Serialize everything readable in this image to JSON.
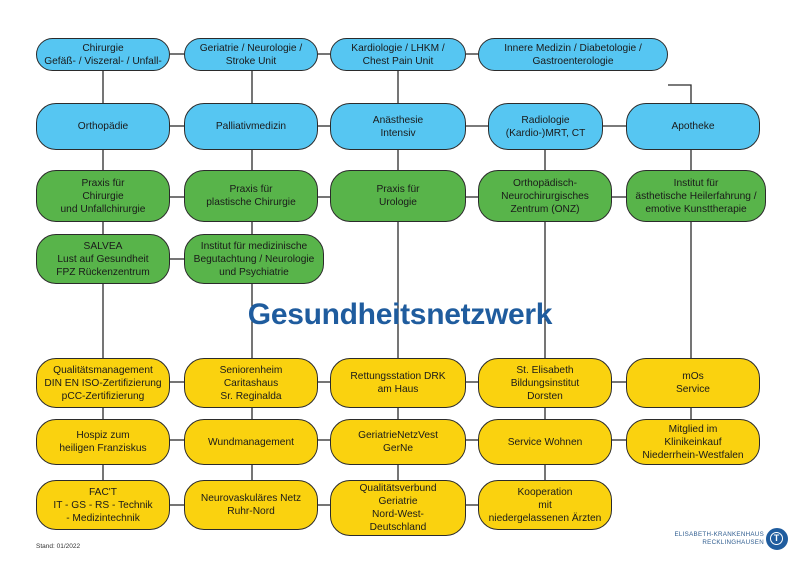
{
  "title": "Gesundheitsnetzwerk",
  "stand": "Stand: 01/2022",
  "logo": {
    "line1": "ELISABETH-KRANKENHAUS",
    "line2": "RECKLINGHAUSEN",
    "icon": "hospital-logo-icon"
  },
  "colors": {
    "blue": "#56c6f2",
    "green": "#58b44a",
    "yellow": "#fad20f",
    "title": "#1f5c9e"
  },
  "clinics": [
    "Chirurgie\nGefäß- / Viszeral- / Unfall-",
    "Geriatrie / Neurologie /\nStroke Unit",
    "Kardiologie / LHKM /\nChest Pain Unit",
    "Innere Medizin / Diabetologie /\nGastroenterologie",
    "Orthopädie",
    "Palliativmedizin",
    "Anästhesie\nIntensiv",
    "Radiologie\n(Kardio-)MRT, CT",
    "Apotheke"
  ],
  "practices": [
    "Praxis für\nChirurgie\nund Unfallchirurgie",
    "Praxis für\nplastische Chirurgie",
    "Praxis für\nUrologie",
    "Orthopädisch-\nNeurochirurgisches\nZentrum (ONZ)",
    "Institut für\nästhetische Heilerfahrung /\nemotive Kunsttherapie",
    "SALVEA\nLust auf Gesundheit\nFPZ Rückenzentrum",
    "Institut für medizinische\nBegutachtung / Neurologie\nund Psychiatrie"
  ],
  "partners": [
    "Qualitätsmanagement\nDIN EN ISO-Zertifizierung\npCC-Zertifizierung",
    "Seniorenheim\nCaritashaus\nSr. Reginalda",
    "Rettungsstation DRK\nam Haus",
    "St. Elisabeth\nBildungsinstitut\nDorsten",
    "mOs\nService",
    "Hospiz zum\nheiligen Franziskus",
    "Wundmanagement",
    "GeriatrieNetzVest\nGerNe",
    "Service Wohnen",
    "Mitglied im\nKlinikeinkauf\nNiederrhein-Westfalen",
    "FAC'T\nIT  -  GS  -  RS - Technik\n-  Medizintechnik",
    "Neurovaskuläres Netz\nRuhr-Nord",
    "Qualitätsverbund\nGeriatrie\nNord-West-\nDeutschland",
    "Kooperation\nmit\nniedergelassenen Ärzten"
  ]
}
